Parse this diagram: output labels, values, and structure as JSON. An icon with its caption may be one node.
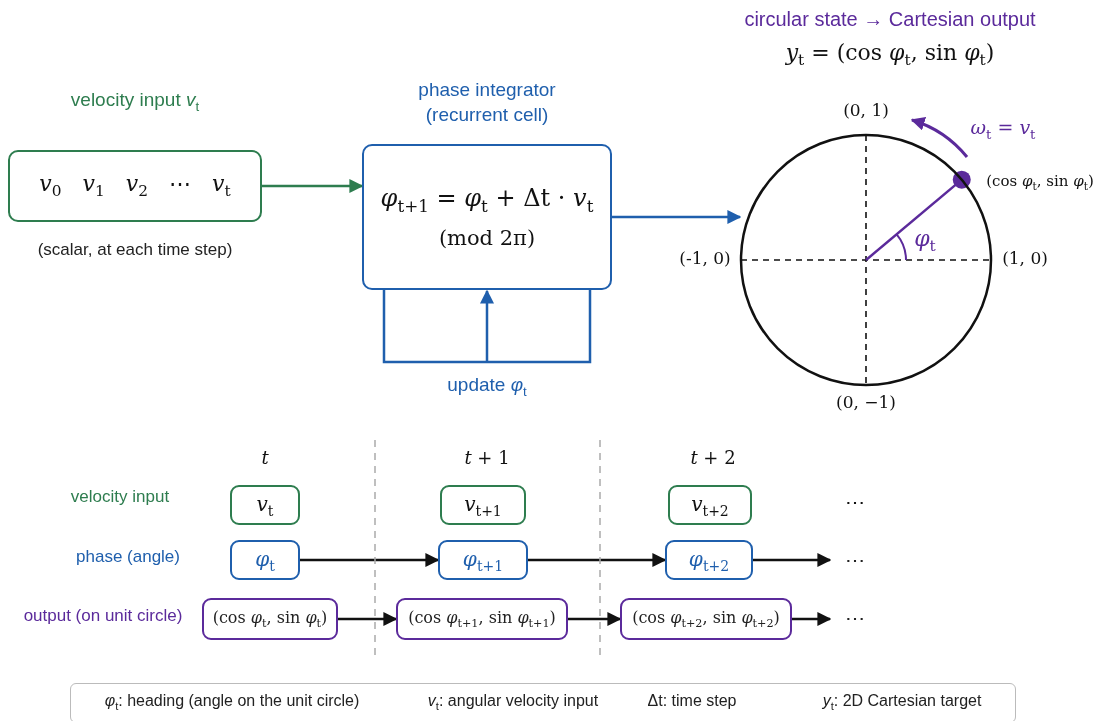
{
  "diagram": {
    "nodes": [
      {
        "text": [
          "velocity input *v*$_{t}$",
          "*v*$_{0}$   *v*$_{1}$   *v*$_{2}$   ⋯   *v*$_{t}$"
        ],
        "beside": [
          "(scalar, at each time step)"
        ]
      },
      {
        "text": [
          "phase integrator (recurrent cell)",
          "*φ*$_{t+1}$ = *φ*$_{t}$ + Δt · *v*$_{t}$",
          "(mod 2π)"
        ]
      },
      {
        "text": [],
        "shape": "circle"
      },
      {
        "text": [
          "*v*$_{t}$"
        ]
      },
      {
        "text": [
          "*v*$_{t+1}$"
        ]
      },
      {
        "text": [
          "*v*$_{t+2}$"
        ]
      },
      {
        "text": [
          "*φ*$_{t}$"
        ]
      },
      {
        "text": [
          "*φ*$_{t+1}$"
        ]
      },
      {
        "text": [
          "*φ*$_{t+2}$"
        ]
      },
      {
        "text": [
          "⋯"
        ]
      },
      {
        "text": [
          "(cos *φ*$_{t}$, sin *φ*$_{t}$)"
        ]
      },
      {
        "text": [
          "(cos *φ*$_{t+1}$, sin *φ*$_{t+1}$)"
        ]
      },
      {
        "text": [
          "(cos *φ*$_{t+2}$, sin *φ*$_{t+2}$)"
        ]
      },
      {
        "text": [
          "⋯"
        ]
      }
    ],
    "edges": [
      {
        "from": 0,
        "to": 1,
        "arrow": "to",
        "color": "#2e7d4f"
      },
      {
        "from": 1,
        "to": 2,
        "arrow": "to",
        "color": "#1f5fad"
      },
      {
        "from": 1,
        "to": 1,
        "arrow": "to",
        "label": "update *φ*$_{t}$",
        "color": "#1f5fad"
      },
      {
        "from": 6,
        "to": 7,
        "arrow": "to"
      },
      {
        "from": 7,
        "to": 8,
        "arrow": "to"
      },
      {
        "from": 8,
        "to": 9,
        "arrow": "to"
      },
      {
        "from": 10,
        "to": 11,
        "arrow": "to"
      },
      {
        "from": 11,
        "to": 12,
        "arrow": "to"
      },
      {
        "from": 12,
        "to": 13,
        "arrow": "to"
      }
    ],
    "labels": [
      "circular state → Cartesian output",
      "*y*$_{t}$ = (cos *φ*$_{t}$, sin *φ*$_{t}$)",
      "(0, 1)",
      "*ω*$_{t}$ = *v*$_{t}$",
      "(cos *φ*$_{t}$, sin *φ*$_{t}$)",
      "(-1, 0)",
      "*φ*$_{t}$",
      "(1, 0)",
      "(0, −1)",
      "*t*",
      "*t* + 1",
      "*t* + 2",
      "velocity input",
      "⋯",
      "phase (angle)",
      "output (on unit circle)",
      "*φ*$_{t}$: heading (angle on the unit circle)",
      "*v*$_{t}$: angular velocity input",
      "Δt: time step",
      "*y*$_{t}$: 2D Cartesian target"
    ]
  }
}
